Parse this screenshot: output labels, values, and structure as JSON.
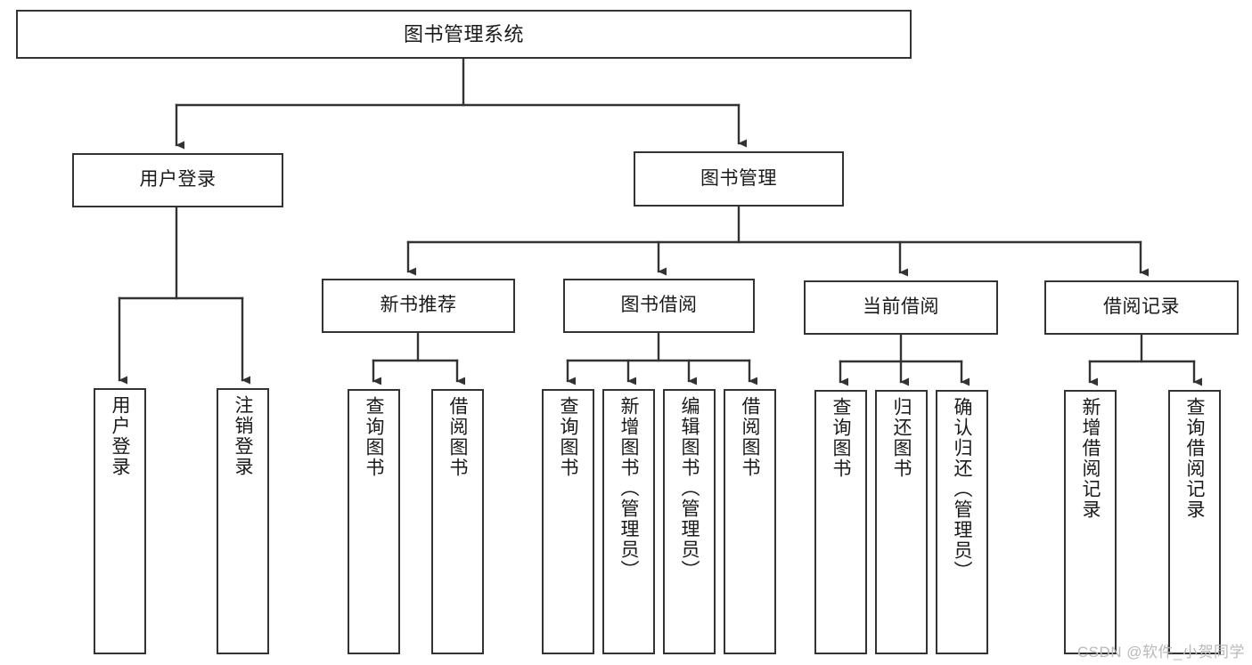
{
  "diagram": {
    "title": "图书管理系统",
    "type": "tree",
    "stroke_color": "#333333",
    "text_color": "#1a1a1a",
    "background_color": "#ffffff",
    "watermark": "CSDN @软件_小贺同学",
    "nodes": {
      "root": {
        "label": "图书管理系统"
      },
      "level2": [
        {
          "id": "user-login",
          "label": "用户登录"
        },
        {
          "id": "book-manage",
          "label": "图书管理"
        }
      ],
      "level3": [
        {
          "id": "new-book-recommend",
          "label": "新书推荐"
        },
        {
          "id": "book-borrow",
          "label": "图书借阅"
        },
        {
          "id": "current-borrow",
          "label": "当前借阅"
        },
        {
          "id": "borrow-record",
          "label": "借阅记录"
        }
      ],
      "leaves": {
        "user_login": [
          {
            "id": "leaf-user-login",
            "label": "用户登录"
          },
          {
            "id": "leaf-logout-login",
            "label": "注销登录"
          }
        ],
        "new_book_recommend": [
          {
            "id": "leaf-query-book-1",
            "label": "查询图书"
          },
          {
            "id": "leaf-borrow-book-1",
            "label": "借阅图书"
          }
        ],
        "book_borrow": [
          {
            "id": "leaf-query-book-2",
            "label": "查询图书"
          },
          {
            "id": "leaf-add-book",
            "label": "新增图书（管理员）"
          },
          {
            "id": "leaf-edit-book",
            "label": "编辑图书（管理员）"
          },
          {
            "id": "leaf-borrow-book-2",
            "label": "借阅图书"
          }
        ],
        "current_borrow": [
          {
            "id": "leaf-query-book-3",
            "label": "查询图书"
          },
          {
            "id": "leaf-return-book",
            "label": "归还图书"
          },
          {
            "id": "leaf-confirm-return",
            "label": "确认归还（管理员）"
          }
        ],
        "borrow_record": [
          {
            "id": "leaf-add-record",
            "label": "新增借阅记录"
          },
          {
            "id": "leaf-query-record",
            "label": "查询借阅记录"
          }
        ]
      }
    }
  }
}
